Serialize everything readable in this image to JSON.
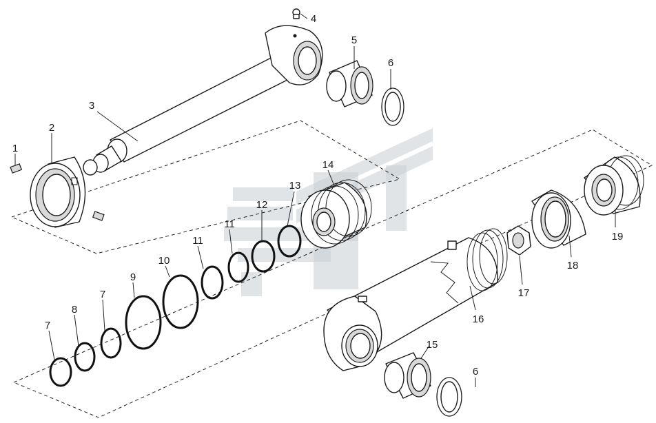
{
  "callouts": [
    {
      "id": "c1",
      "text": "1"
    },
    {
      "id": "c2",
      "text": "2"
    },
    {
      "id": "c3",
      "text": "3"
    },
    {
      "id": "c4",
      "text": "4"
    },
    {
      "id": "c5",
      "text": "5"
    },
    {
      "id": "c6a",
      "text": "6"
    },
    {
      "id": "c6b",
      "text": "6"
    },
    {
      "id": "c7a",
      "text": "7"
    },
    {
      "id": "c7b",
      "text": "7"
    },
    {
      "id": "c8",
      "text": "8"
    },
    {
      "id": "c9",
      "text": "9"
    },
    {
      "id": "c10",
      "text": "10"
    },
    {
      "id": "c11a",
      "text": "11"
    },
    {
      "id": "c11b",
      "text": "11"
    },
    {
      "id": "c12",
      "text": "12"
    },
    {
      "id": "c13",
      "text": "13"
    },
    {
      "id": "c14",
      "text": "14"
    },
    {
      "id": "c15",
      "text": "15"
    },
    {
      "id": "c16",
      "text": "16"
    },
    {
      "id": "c17",
      "text": "17"
    },
    {
      "id": "c18",
      "text": "18"
    },
    {
      "id": "c19",
      "text": "19"
    }
  ],
  "colors": {
    "line": "#1a1a1a",
    "watermark": "#c9ced3",
    "background": "#ffffff"
  }
}
